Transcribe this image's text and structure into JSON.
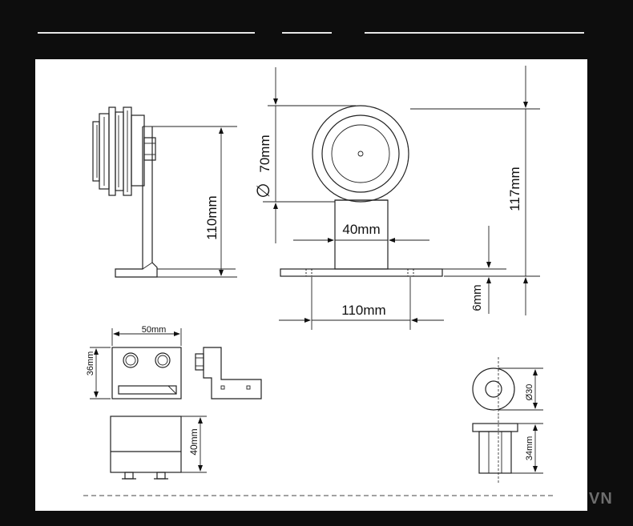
{
  "header": {
    "lines": 3
  },
  "dimensions": {
    "height_side": "110mm",
    "diameter": "70mm",
    "diameter_symbol": "∅",
    "height_total": "117mm",
    "stem_width": "40mm",
    "base_length": "110mm",
    "base_thickness": "6mm",
    "block_width": "50mm",
    "block_height": "36mm",
    "block_depth": "40mm",
    "wheel_diameter": "Ø30",
    "stopper_height": "34mm"
  },
  "watermark": "VN",
  "colors": {
    "background": "#0d0d0d",
    "panel": "#ffffff",
    "line": "#222222"
  }
}
